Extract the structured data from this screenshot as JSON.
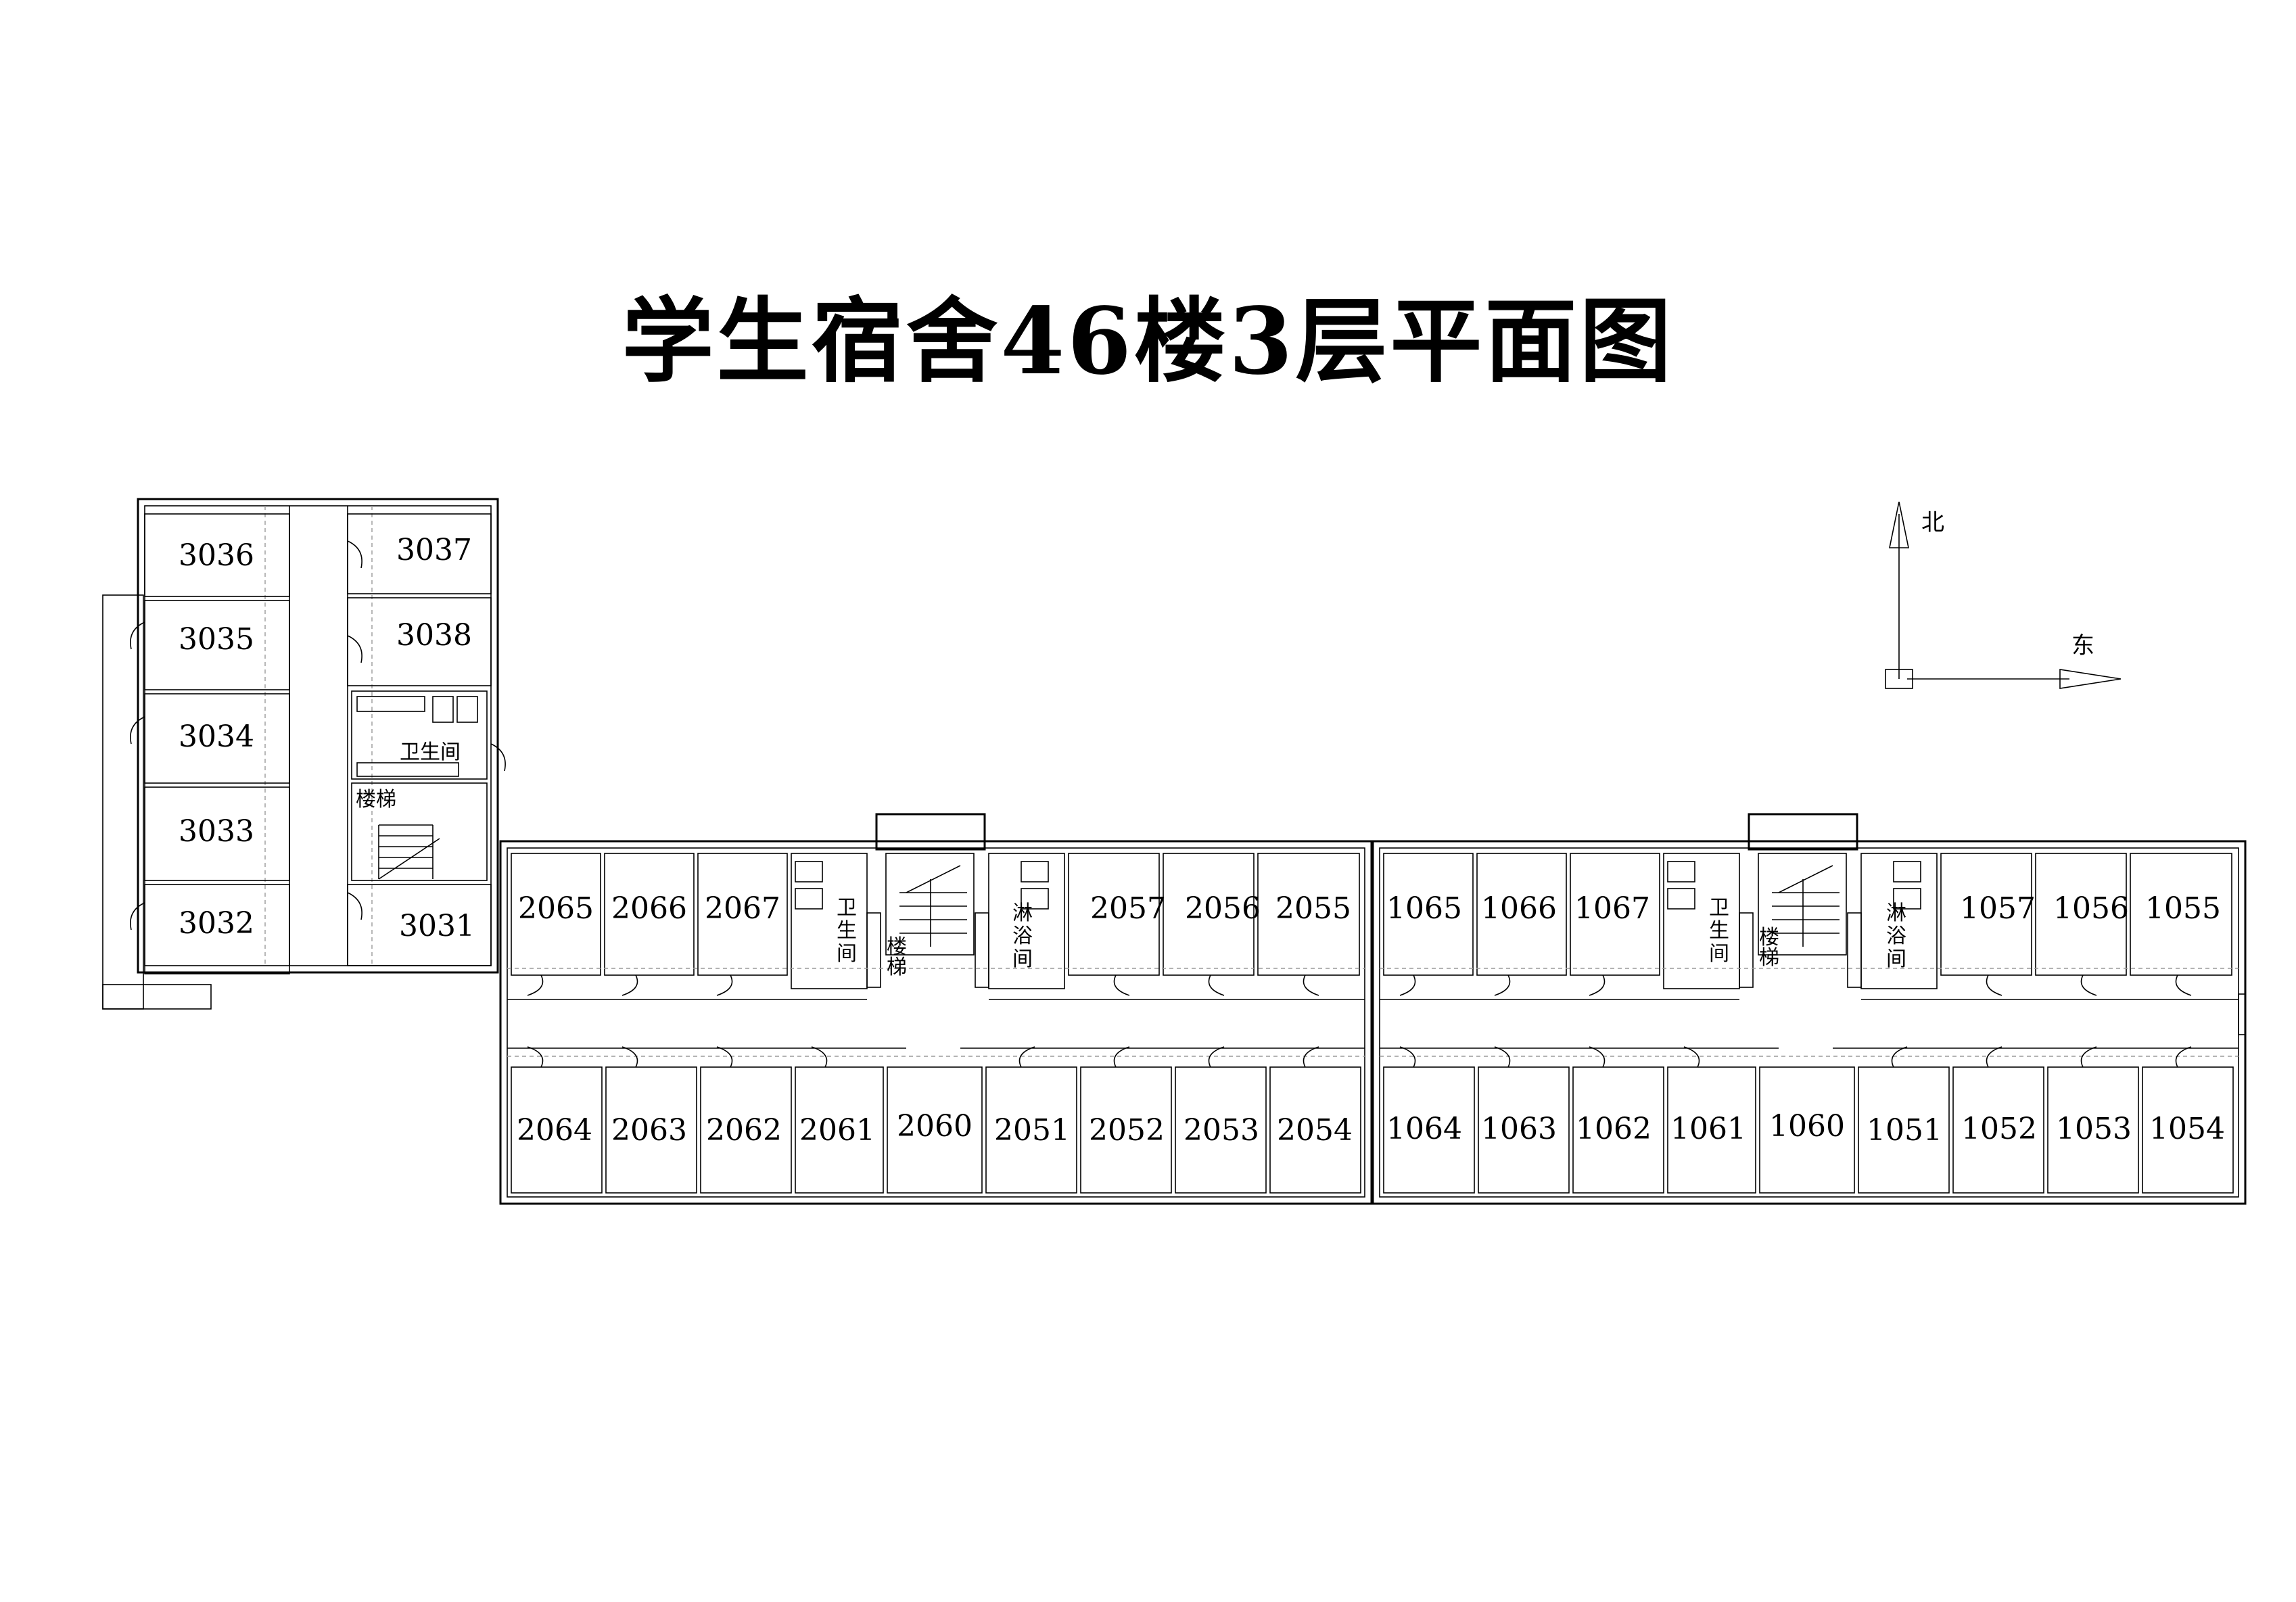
{
  "title": "学生宿舍46楼3层平面图",
  "compass": {
    "north": "北",
    "east": "东"
  },
  "facility_labels": {
    "toilet": "卫生间",
    "toilet_char_1": "卫",
    "toilet_char_2": "生",
    "toilet_char_3": "间",
    "stairs": "楼梯",
    "stairs_char_1": "楼",
    "stairs_char_2": "梯",
    "shower_char_1": "淋",
    "shower_char_2": "浴",
    "shower_char_3": "间"
  },
  "west_wing": {
    "left_rooms": [
      "3036",
      "3035",
      "3034",
      "3033",
      "3032"
    ],
    "right_rooms": [
      "3037",
      "3038",
      "3031"
    ]
  },
  "block_2": {
    "north_rooms_west": [
      "2065",
      "2066",
      "2067"
    ],
    "north_rooms_east": [
      "2057",
      "2056",
      "2055"
    ],
    "south_rooms": [
      "2064",
      "2063",
      "2062",
      "2061",
      "2060",
      "2051",
      "2052",
      "2053",
      "2054"
    ]
  },
  "block_1": {
    "north_rooms_west": [
      "1065",
      "1066",
      "1067"
    ],
    "north_rooms_east": [
      "1057",
      "1056",
      "1055"
    ],
    "south_rooms": [
      "1064",
      "1063",
      "1062",
      "1061",
      "1060",
      "1051",
      "1052",
      "1053",
      "1054"
    ]
  }
}
